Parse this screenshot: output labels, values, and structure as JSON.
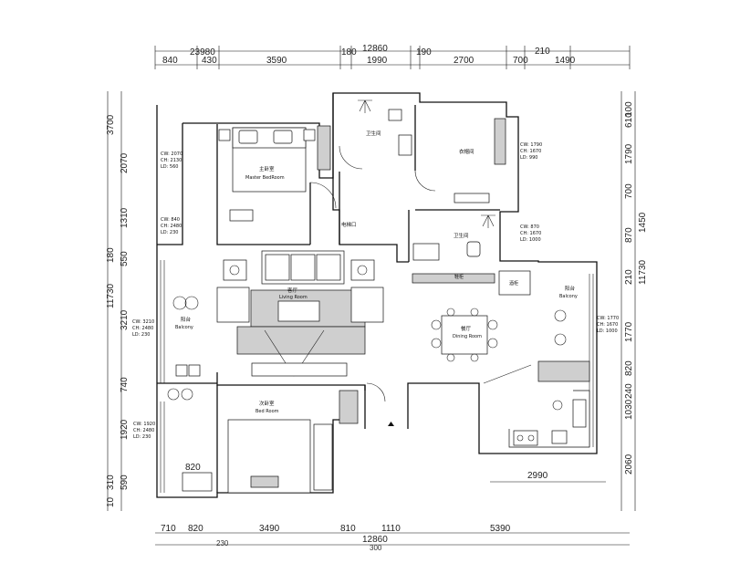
{
  "dimensions": {
    "top_total": "23980",
    "top_total2": "12860",
    "top_segments": [
      "840",
      "430",
      "3590",
      "180",
      "1990",
      "190",
      "2700",
      "700",
      "1490",
      "210"
    ],
    "bottom_segments": [
      "710",
      "820",
      "3490",
      "810",
      "1110",
      "5390"
    ],
    "bottom_total": "12860",
    "bottom_small": [
      "230",
      "300"
    ],
    "inner_bottom": "2990",
    "inner_820": "820",
    "left_segments": [
      "3700",
      "2070",
      "1310",
      "180",
      "550",
      "11730",
      "3210",
      "740",
      "1920",
      "310",
      "590",
      "10"
    ],
    "right_segments": [
      "100",
      "610",
      "1790",
      "700",
      "1450",
      "870",
      "210",
      "11730",
      "1770",
      "820",
      "240",
      "1030",
      "2060"
    ]
  },
  "rooms": {
    "master_bedroom": {
      "name": "主卧室",
      "name_en": "Master BedRoom"
    },
    "bathroom_top": {
      "name": "卫生间"
    },
    "study": {
      "name": "衣帽间"
    },
    "bathroom_mid": {
      "name": "卫生间"
    },
    "elevator": {
      "name": "电梯口"
    },
    "living_room": {
      "name": "客厅",
      "name_en": "Living Room"
    },
    "dining": {
      "name": "餐厅",
      "name_en": "Dining Room"
    },
    "balcony_left": {
      "name": "阳台",
      "name_en": "Balcony"
    },
    "balcony_right": {
      "name": "阳台",
      "name_en": "Balcony"
    },
    "bedroom": {
      "name": "次卧室",
      "name_en": "Bed Room"
    },
    "bar": {
      "name": "酒柜"
    },
    "shoe": {
      "name": "鞋柜"
    }
  },
  "window_specs": {
    "master": [
      "CW: 2070",
      "CH: 2130",
      "LD: 560"
    ],
    "master_lower": [
      "CW: 840",
      "CH: 2480",
      "LD: 230"
    ],
    "study": [
      "CW: 1790",
      "CH: 1670",
      "LD: 990"
    ],
    "bath_mid": [
      "CW: 870",
      "CH: 1670",
      "LD: 1000"
    ],
    "balcony_left": [
      "CW: 3210",
      "CH: 2480",
      "LD: 230"
    ],
    "balcony_right": [
      "CW: 1770",
      "CH: 1670",
      "LD: 1000"
    ],
    "bedroom": [
      "CW: 1920",
      "CH: 2480",
      "LD: 230"
    ]
  },
  "icons": [
    "bed-icon",
    "sofa-icon",
    "dining-table-icon",
    "toilet-icon",
    "shower-icon",
    "stove-icon",
    "sink-icon",
    "door-swing-icon",
    "entry-arrow-icon"
  ]
}
